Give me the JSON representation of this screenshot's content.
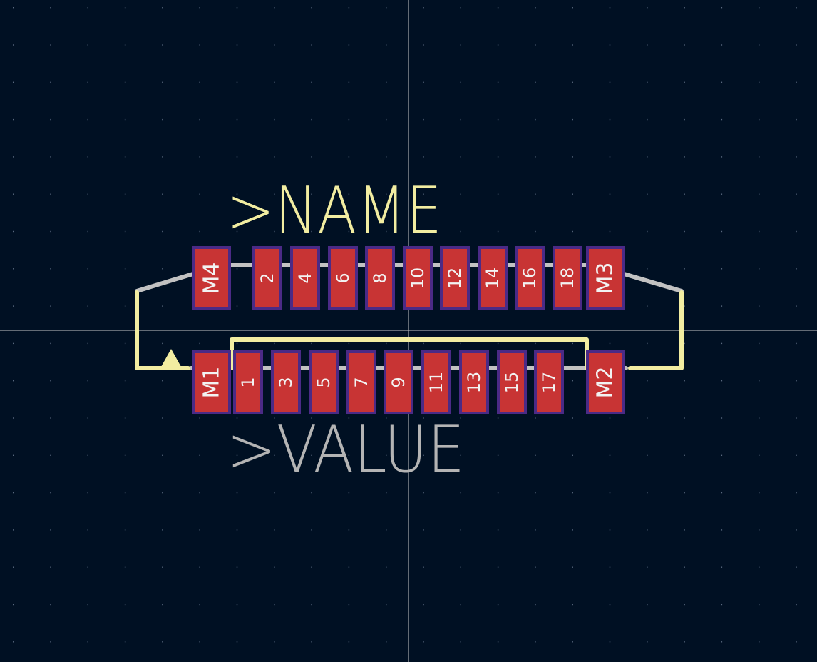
{
  "colors": {
    "background": "#001023",
    "grid_dot": "#5a6a80",
    "crosshair": "#c8c8c8",
    "pad_fill": "#c83434",
    "pad_outline": "#4b2a86",
    "pad_label": "#f2f2f2",
    "silkscreen": "#f2eda1",
    "fab_line": "#c2c2c2",
    "value_text": "#b4b4b4"
  },
  "footprint": {
    "reference_text": ">NAME",
    "value_text": ">VALUE",
    "top_row_pads": [
      "M4",
      "2",
      "4",
      "6",
      "8",
      "10",
      "12",
      "14",
      "16",
      "18",
      "M3"
    ],
    "bottom_row_pads": [
      "M1",
      "1",
      "3",
      "5",
      "7",
      "9",
      "11",
      "13",
      "15",
      "17",
      "M2"
    ],
    "pin1_marker": "triangle-marker-icon"
  }
}
